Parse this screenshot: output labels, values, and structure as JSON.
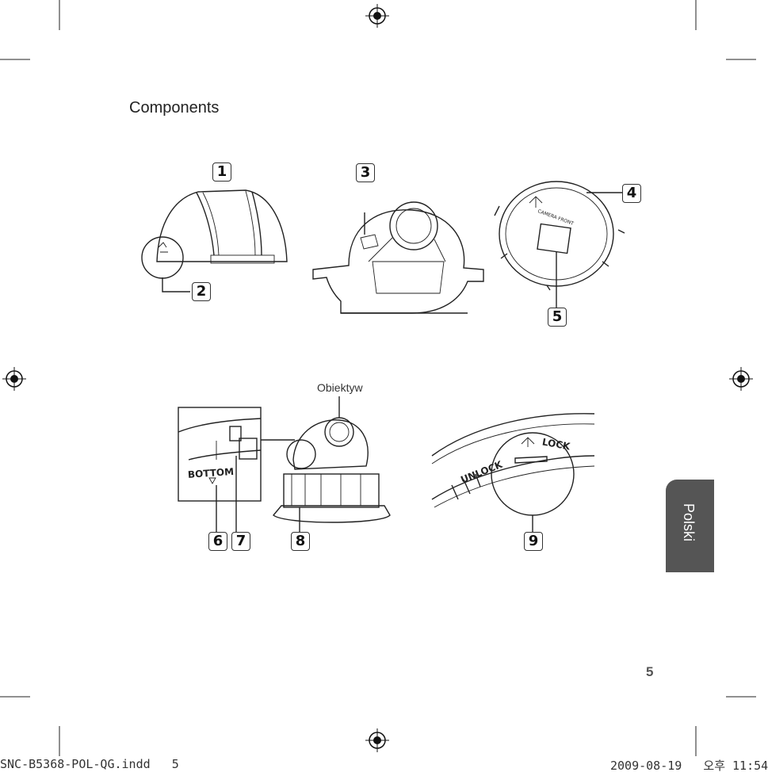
{
  "section_title": "Components",
  "callouts": [
    "1",
    "2",
    "3",
    "4",
    "5",
    "6",
    "7",
    "8",
    "9"
  ],
  "lens_label": "Obiektyw",
  "side_tab_label": "Polski",
  "page_number": "5",
  "footer_left": "SNC-B5368-POL-QG.indd   5",
  "footer_right": "2009-08-19   오후 11:54",
  "dome_marking": "CAMERA FRONT",
  "bottom_marking": "BOTTOM",
  "unlock_label": "UNLOCK",
  "lock_label": "LOCK"
}
